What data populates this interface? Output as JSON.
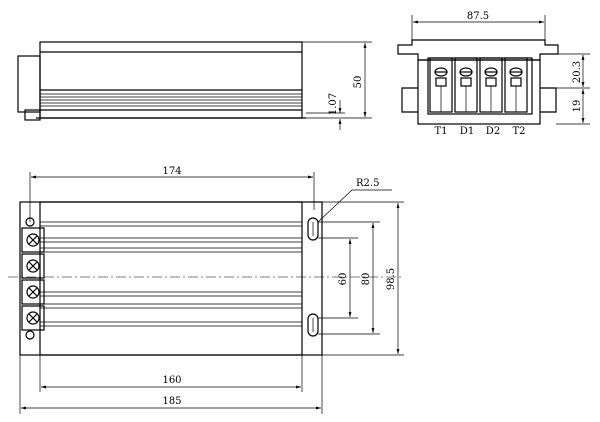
{
  "side_view": {
    "dim_height": "50",
    "dim_base": "1.07"
  },
  "end_view": {
    "dim_width": "87.5",
    "dim_terminal_height": "20.3",
    "dim_base_height": "19",
    "terminals": [
      "T1",
      "D1",
      "D2",
      "T2"
    ]
  },
  "top_view": {
    "dim_mount_length": "174",
    "dim_slot_radius": "R2.5",
    "dim_slot_span": "60",
    "dim_body_inner_width": "80",
    "dim_body_width": "98.5",
    "dim_body_length": "160",
    "dim_overall_length": "185"
  }
}
